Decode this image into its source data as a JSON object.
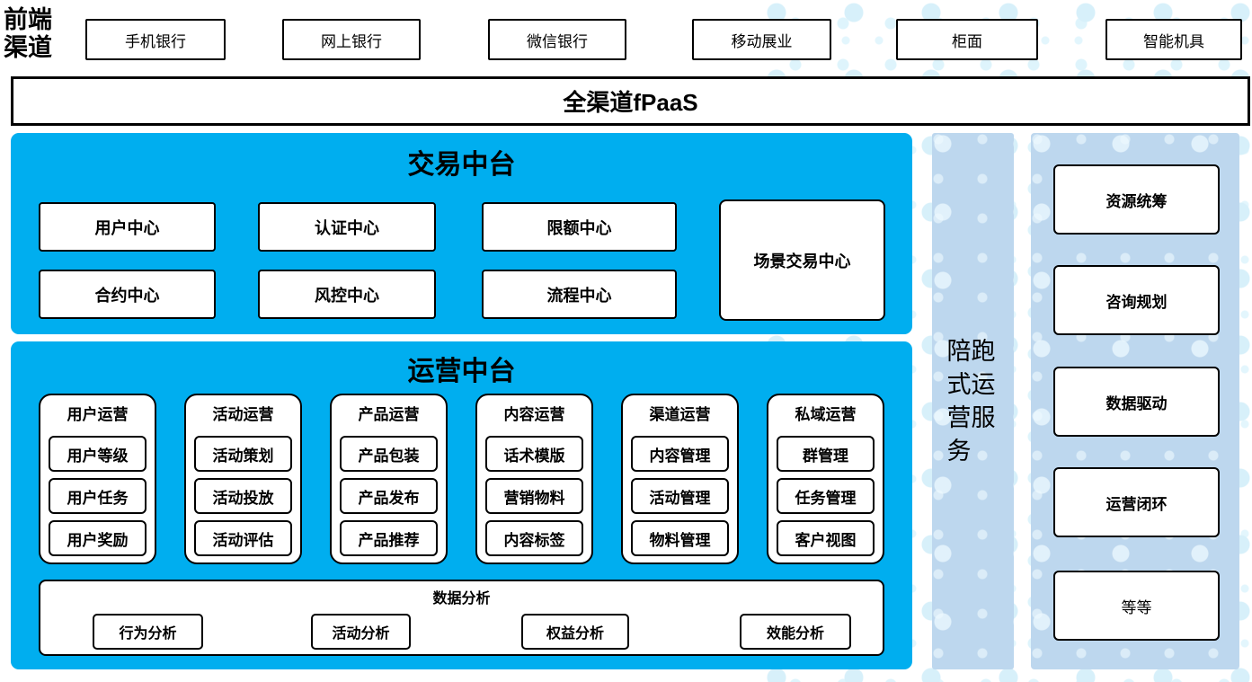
{
  "front_label": "前端渠道",
  "channels": [
    "手机银行",
    "网上银行",
    "微信银行",
    "移动展业",
    "柜面",
    "智能机具"
  ],
  "fpaas": "全渠道fPaaS",
  "trade": {
    "title": "交易中台",
    "row1": [
      "用户中心",
      "认证中心",
      "限额中心"
    ],
    "row2": [
      "合约中心",
      "风控中心",
      "流程中心"
    ],
    "scene": "场景交易中心"
  },
  "ops": {
    "title": "运营中台",
    "groups": [
      {
        "title": "用户运营",
        "items": [
          "用户等级",
          "用户任务",
          "用户奖励"
        ]
      },
      {
        "title": "活动运营",
        "items": [
          "活动策划",
          "活动投放",
          "活动评估"
        ]
      },
      {
        "title": "产品运营",
        "items": [
          "产品包装",
          "产品发布",
          "产品推荐"
        ]
      },
      {
        "title": "内容运营",
        "items": [
          "话术模版",
          "营销物料",
          "内容标签"
        ]
      },
      {
        "title": "渠道运营",
        "items": [
          "内容管理",
          "活动管理",
          "物料管理"
        ]
      },
      {
        "title": "私域运营",
        "items": [
          "群管理",
          "任务管理",
          "客户视图"
        ]
      }
    ],
    "analysis": {
      "title": "数据分析",
      "items": [
        "行为分析",
        "活动分析",
        "权益分析",
        "效能分析"
      ]
    }
  },
  "side": {
    "label": "陪跑式运营服务"
  },
  "right": {
    "items": [
      {
        "label": "资源统筹",
        "bold": true
      },
      {
        "label": "咨询规划",
        "bold": true
      },
      {
        "label": "数据驱动",
        "bold": true
      },
      {
        "label": "运营闭环",
        "bold": true
      },
      {
        "label": "等等",
        "bold": false
      }
    ]
  },
  "colors": {
    "cyan_panel": "#00AEEF",
    "light_blue_panel": "#BDD7EE",
    "background_dots": "#D7F0FA",
    "box_border": "#000000",
    "box_fill": "#FFFFFF"
  }
}
